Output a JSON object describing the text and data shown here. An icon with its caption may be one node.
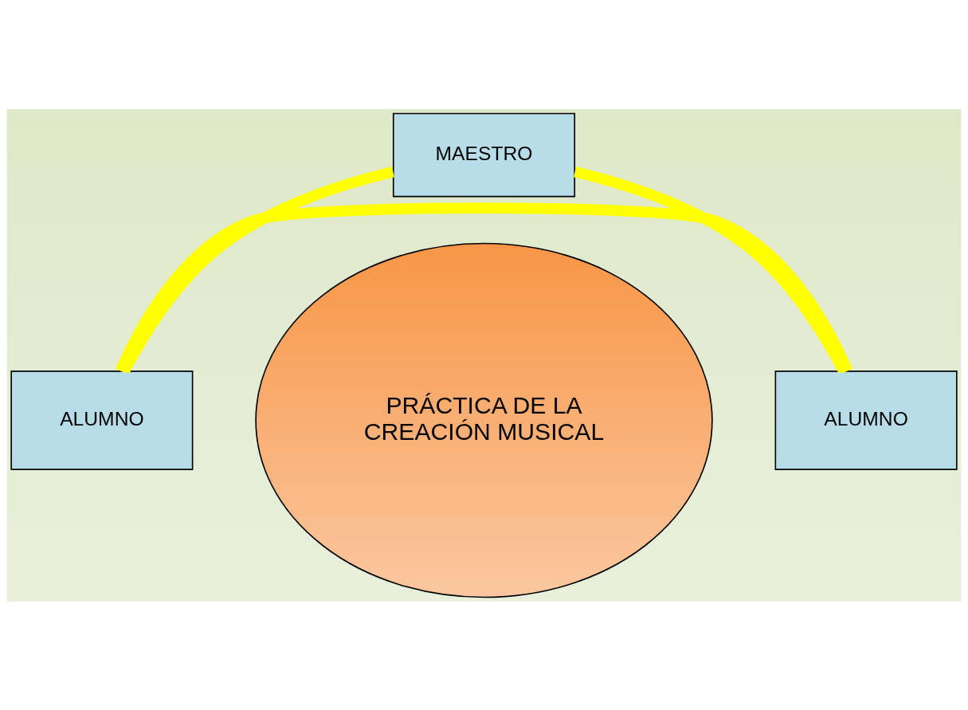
{
  "diagram": {
    "nodes": [
      {
        "text": [
          "MAESTRO"
        ]
      },
      {
        "text": [
          "PRÁCTICA DE LA CREACIÓN MUSICAL"
        ]
      },
      {
        "text": [
          "ALUMNO"
        ]
      },
      {
        "text": [
          "ALUMNO"
        ]
      }
    ],
    "edges": [
      {
        "from": 2,
        "to": 0,
        "arrow": "none"
      },
      {
        "from": 0,
        "to": 3,
        "arrow": "none"
      },
      {
        "from": 3,
        "to": 2,
        "arrow": "none"
      }
    ]
  }
}
